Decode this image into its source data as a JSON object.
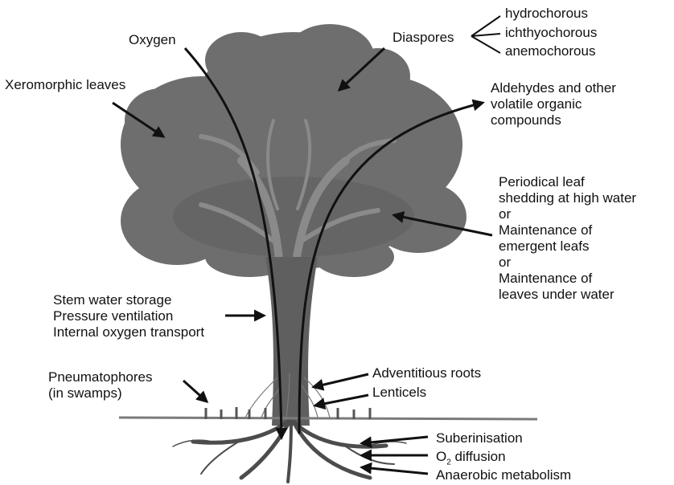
{
  "labels": {
    "oxygen": "Oxygen",
    "diaspores": "Diaspores",
    "hydrochorous": "hydrochorous",
    "ichthyochorous": "ichthyochorous",
    "anemochorous": "anemochorous",
    "xeromorphic_leaves": "Xeromorphic leaves",
    "aldehydes": "Aldehydes and other\nvolatile organic\ncompounds",
    "leaf_shedding": "Periodical leaf\nshedding at high water\nor\nMaintenance of\nemergent leafs\nor\nMaintenance of\nleaves under water",
    "stem": "Stem water storage\nPressure ventilation\nInternal oxygen transport",
    "pneumatophores": "Pneumatophores\n(in swamps)",
    "adventitious_roots": "Adventitious roots",
    "lenticels": "Lenticels",
    "suberinisation": "Suberinisation",
    "o2_o": "O",
    "o2_sub": "2",
    "o2_rest": " diffusion",
    "anaerobic": "Anaerobic metabolism"
  },
  "colors": {
    "crown": "#6e6e6e",
    "crown_dark": "#5a5a5a",
    "branches": "#7c7c7c",
    "trunk": "#5f5f5f",
    "ground": "#7a7a7a",
    "roots": "#4c4c4c",
    "arrows": "#111111"
  }
}
